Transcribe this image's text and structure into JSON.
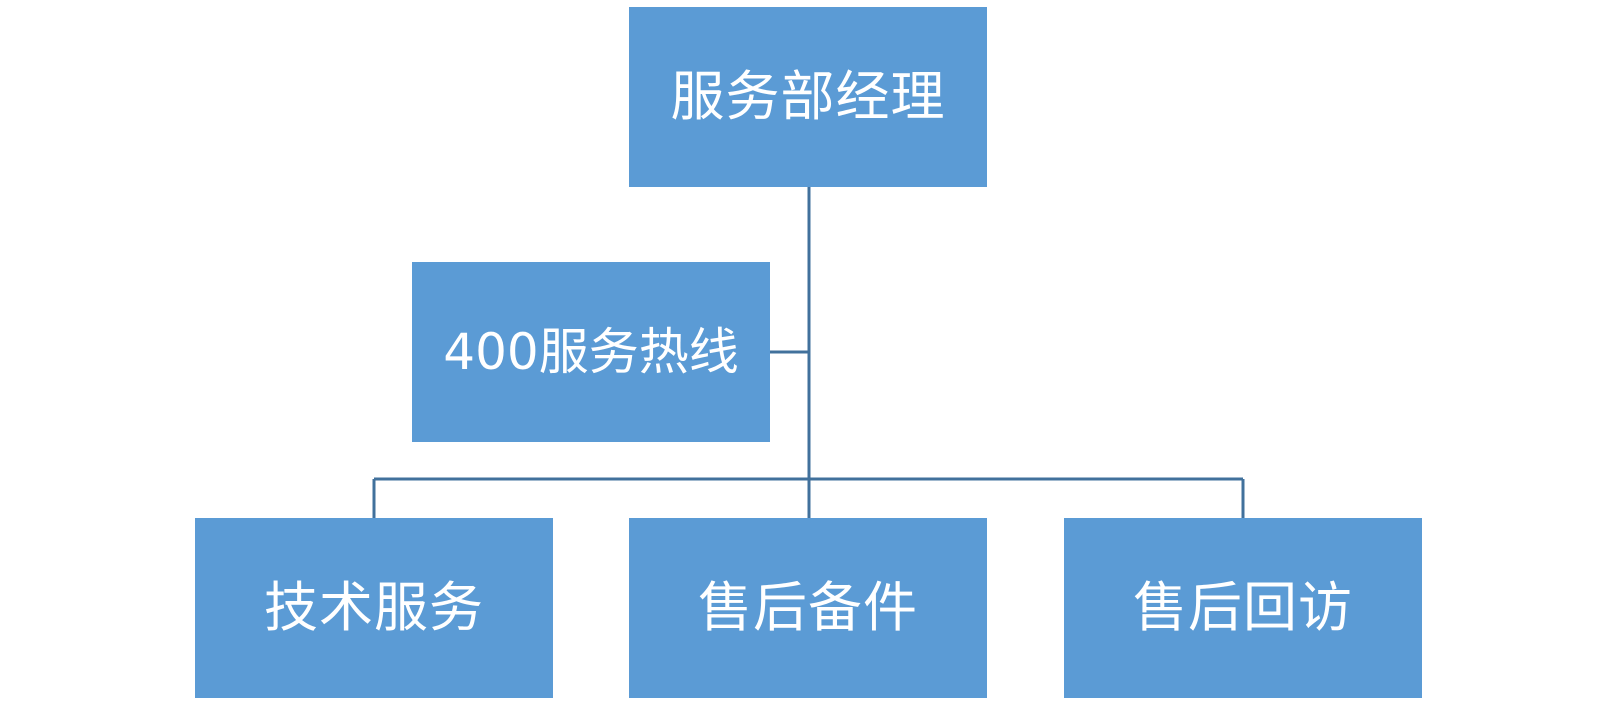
{
  "colors": {
    "node_fill": "#5b9bd5",
    "connector": "#41719c",
    "text": "#ffffff"
  },
  "org_chart": {
    "root": {
      "label": "服务部经理"
    },
    "assistant": {
      "label": "400服务热线"
    },
    "children": [
      {
        "label": "技术服务"
      },
      {
        "label": "售后备件"
      },
      {
        "label": "售后回访"
      }
    ]
  }
}
